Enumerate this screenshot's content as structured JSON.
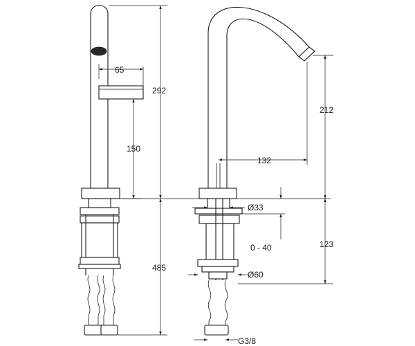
{
  "dimensions": {
    "spout_projection_side": "65",
    "total_height": "292",
    "lever_height": "150",
    "spout_height": "212",
    "spout_reach": "132",
    "hole_diameter": "Ø33",
    "deck_thickness": "0 - 40",
    "underdeck_height": "123",
    "shank_length": "485",
    "base_diameter": "Ø60",
    "connection_thread": "G3/8"
  },
  "colors": {
    "line": "#1a1a1a",
    "background": "#ffffff"
  }
}
